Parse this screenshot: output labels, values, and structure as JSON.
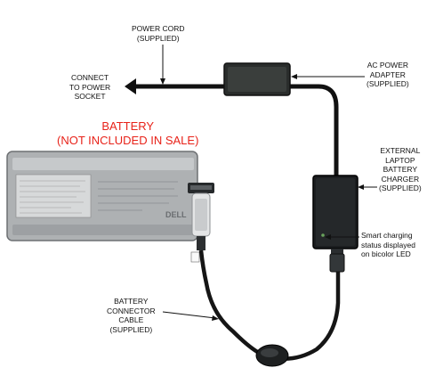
{
  "labels": {
    "power_cord": [
      "POWER CORD",
      "(SUPPLIED)"
    ],
    "connect": [
      "CONNECT",
      "TO POWER",
      "SOCKET"
    ],
    "ac_adapter": [
      "AC POWER",
      "ADAPTER",
      "(SUPPLIED)"
    ],
    "battery": [
      "BATTERY",
      "(NOT INCLUDED IN SALE)"
    ],
    "charger": [
      "EXTERNAL",
      "LAPTOP",
      "BATTERY",
      "CHARGER",
      "(SUPPLIED)"
    ],
    "led": [
      "Smart charging",
      "status displayed",
      "on bicolor LED"
    ],
    "cable": [
      "BATTERY",
      "CONNECTOR",
      "CABLE",
      "(SUPPLIED)"
    ]
  },
  "battery_brand": "DELL",
  "colors": {
    "accent_red": "#e8231a",
    "cable": "#111111",
    "battery_body": "#aeb1b3",
    "device": "#1b1d1f"
  }
}
